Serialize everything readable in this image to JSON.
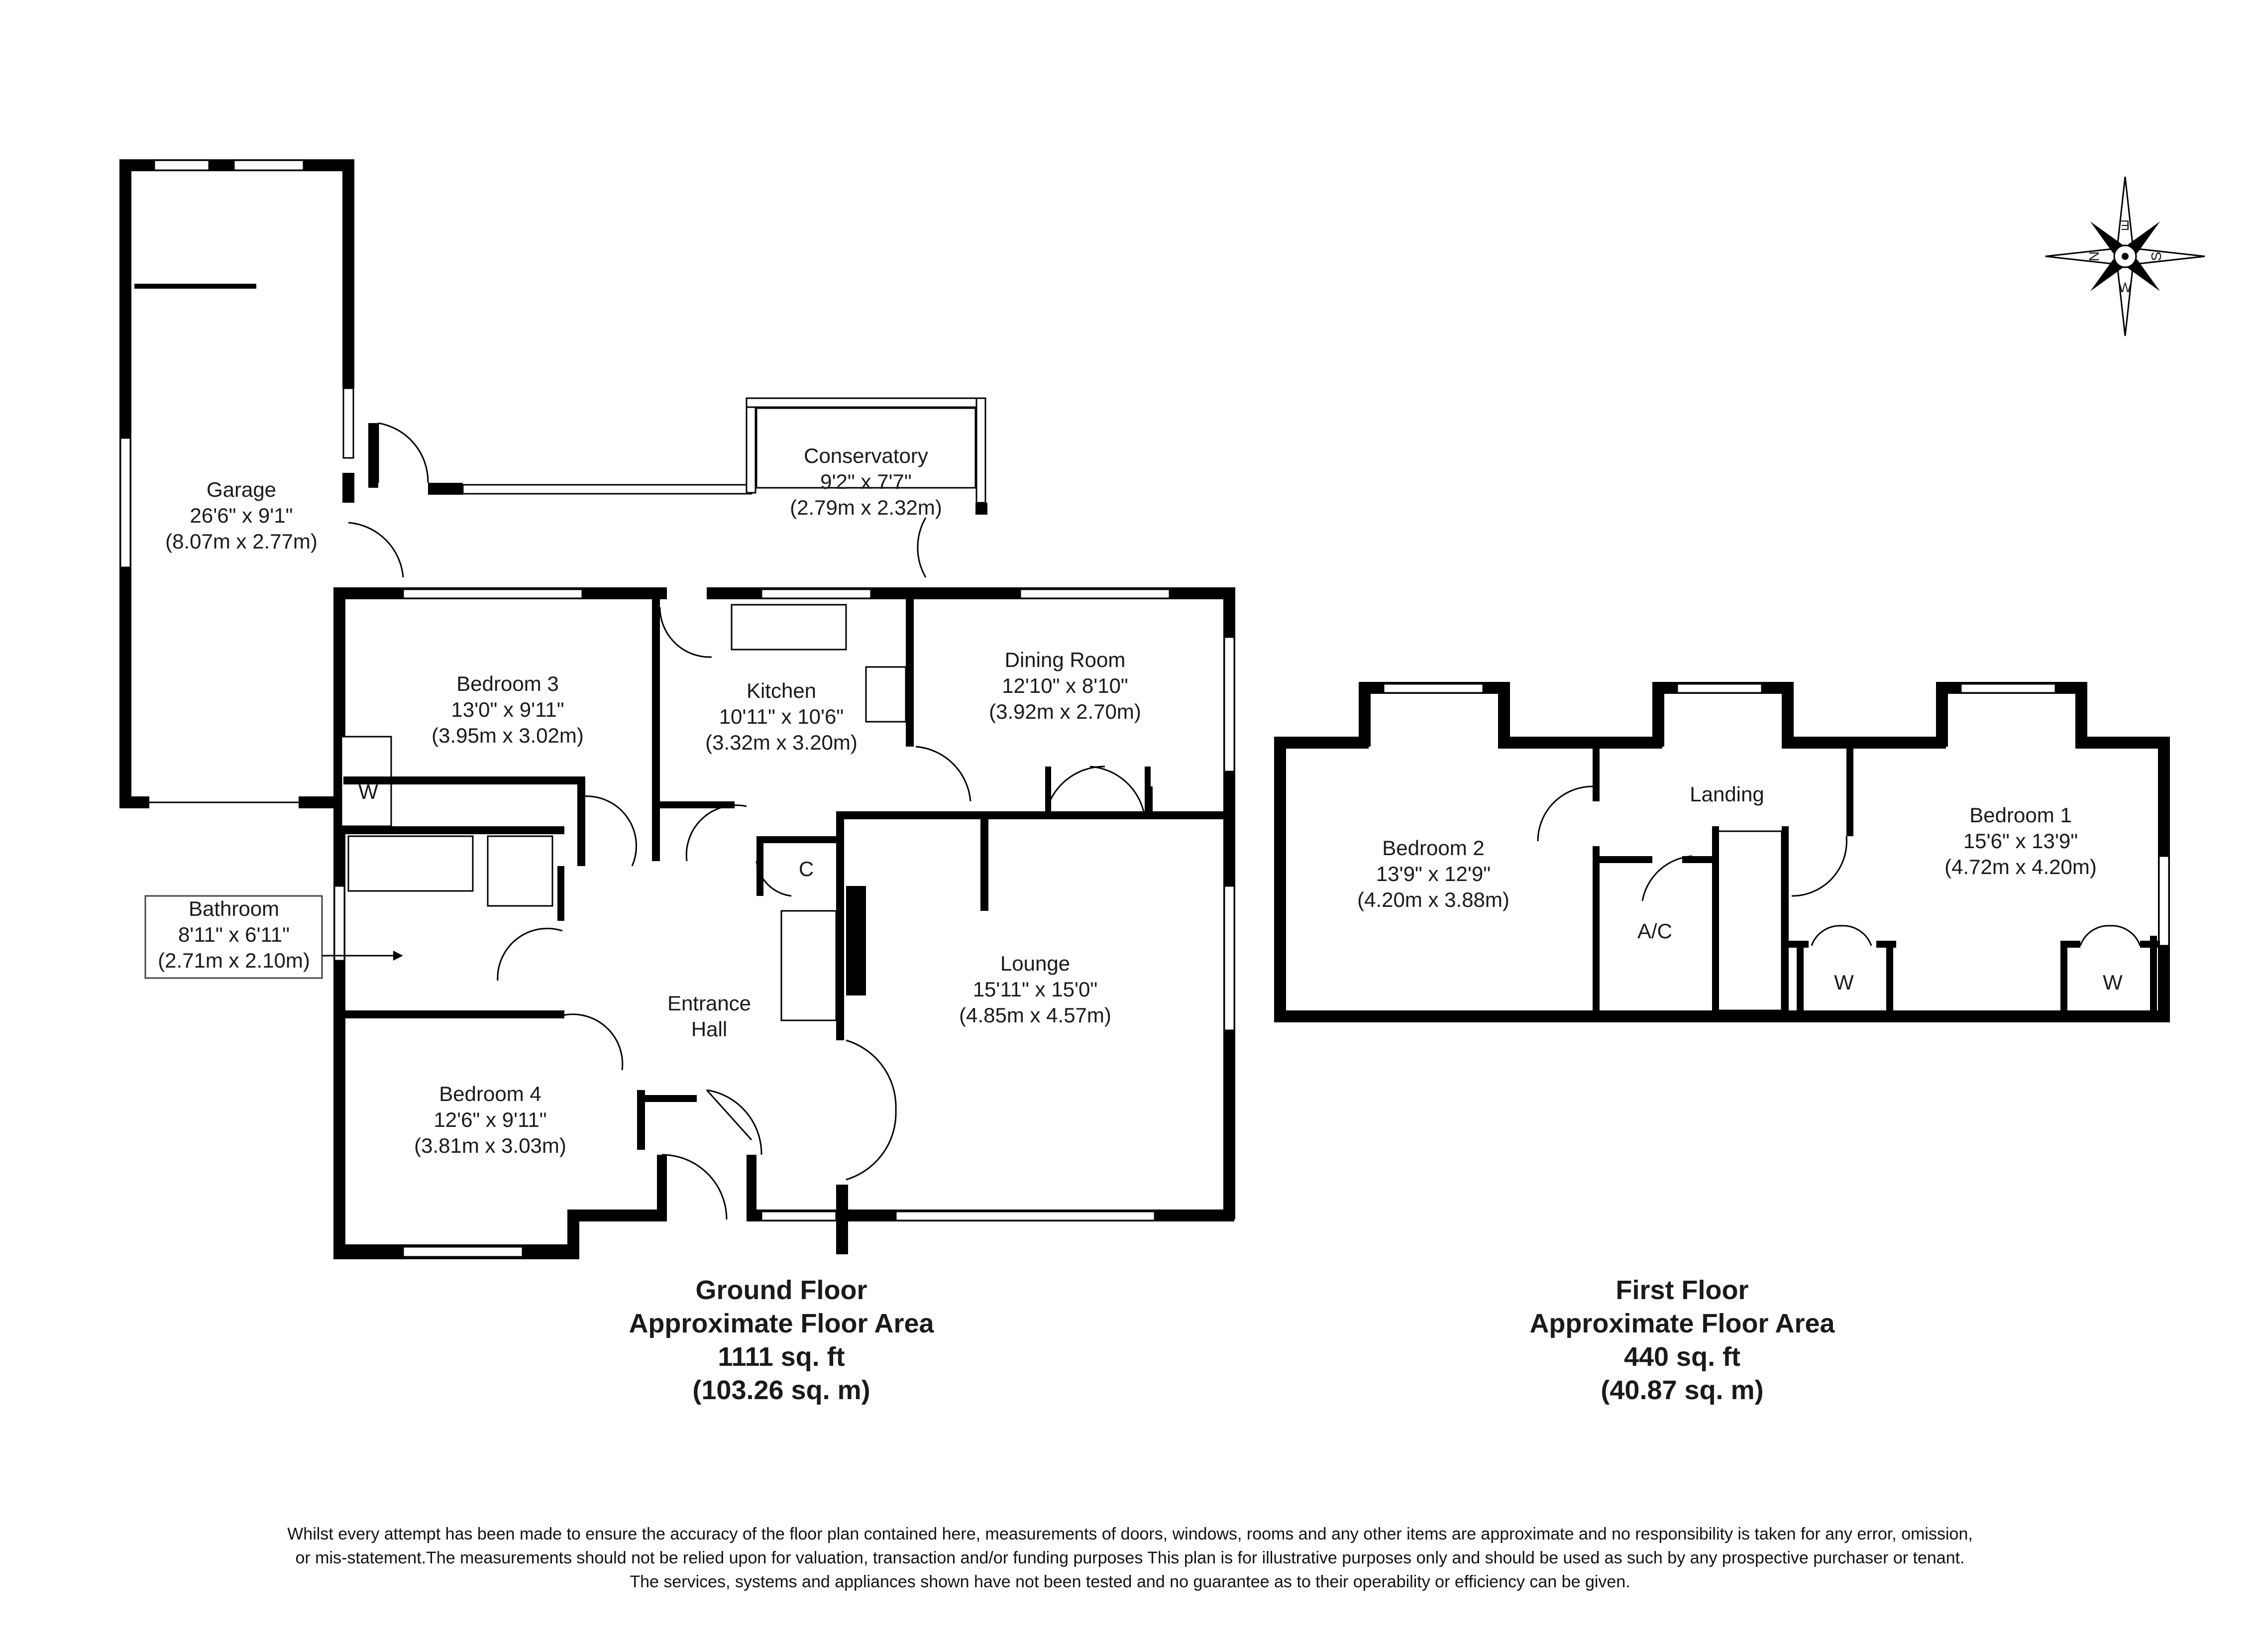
{
  "rooms": {
    "garage": {
      "name": "Garage",
      "dim_imperial": "26'6\" x 9'1\"",
      "dim_metric": "(8.07m x 2.77m)"
    },
    "conservatory": {
      "name": "Conservatory",
      "dim_imperial": "9'2\" x 7'7\"",
      "dim_metric": "(2.79m x 2.32m)"
    },
    "bedroom3": {
      "name": "Bedroom 3",
      "dim_imperial": "13'0\" x 9'11\"",
      "dim_metric": "(3.95m x 3.02m)"
    },
    "kitchen": {
      "name": "Kitchen",
      "dim_imperial": "10'11\" x 10'6\"",
      "dim_metric": "(3.32m x 3.20m)"
    },
    "dining": {
      "name": "Dining Room",
      "dim_imperial": "12'10\" x 8'10\"",
      "dim_metric": "(3.92m x 2.70m)"
    },
    "bathroom": {
      "name": "Bathroom",
      "dim_imperial": "8'11\" x 6'11\"",
      "dim_metric": "(2.71m x 2.10m)"
    },
    "lounge": {
      "name": "Lounge",
      "dim_imperial": "15'11\" x 15'0\"",
      "dim_metric": "(4.85m x 4.57m)"
    },
    "entrance": {
      "name_line1": "Entrance",
      "name_line2": "Hall"
    },
    "bedroom4": {
      "name": "Bedroom 4",
      "dim_imperial": "12'6\" x 9'11\"",
      "dim_metric": "(3.81m x 3.03m)"
    },
    "bedroom2": {
      "name": "Bedroom 2",
      "dim_imperial": "13'9\" x 12'9\"",
      "dim_metric": "(4.20m x 3.88m)"
    },
    "landing": {
      "name": "Landing"
    },
    "bedroom1": {
      "name": "Bedroom 1",
      "dim_imperial": "15'6\" x 13'9\"",
      "dim_metric": "(4.72m x 4.20m)"
    },
    "ac": {
      "name": "A/C"
    },
    "cupboard": {
      "name": "C"
    },
    "wardrobe": {
      "name": "W"
    }
  },
  "floors": {
    "ground": {
      "title": "Ground Floor",
      "subtitle": "Approximate Floor Area",
      "area_imperial": "1111 sq. ft",
      "area_metric": "(103.26 sq. m)"
    },
    "first": {
      "title": "First Floor",
      "subtitle": "Approximate Floor Area",
      "area_imperial": "440 sq. ft",
      "area_metric": "(40.87 sq. m)"
    }
  },
  "compass": {
    "n": "N",
    "e": "E",
    "s": "S",
    "w": "W"
  },
  "disclaimer": {
    "line1": "Whilst every attempt has been made to ensure the accuracy of the floor plan contained here, measurements of doors, windows, rooms and any other items are approximate and no responsibility is taken for any error, omission,",
    "line2": "or mis-statement.The measurements should not be relied upon for valuation, transaction and/or funding purposes This plan is for illustrative purposes only and should be used as such by any prospective purchaser or tenant.",
    "line3": "The services, systems and appliances shown have not been tested and no guarantee as to their operability or efficiency can be given."
  }
}
